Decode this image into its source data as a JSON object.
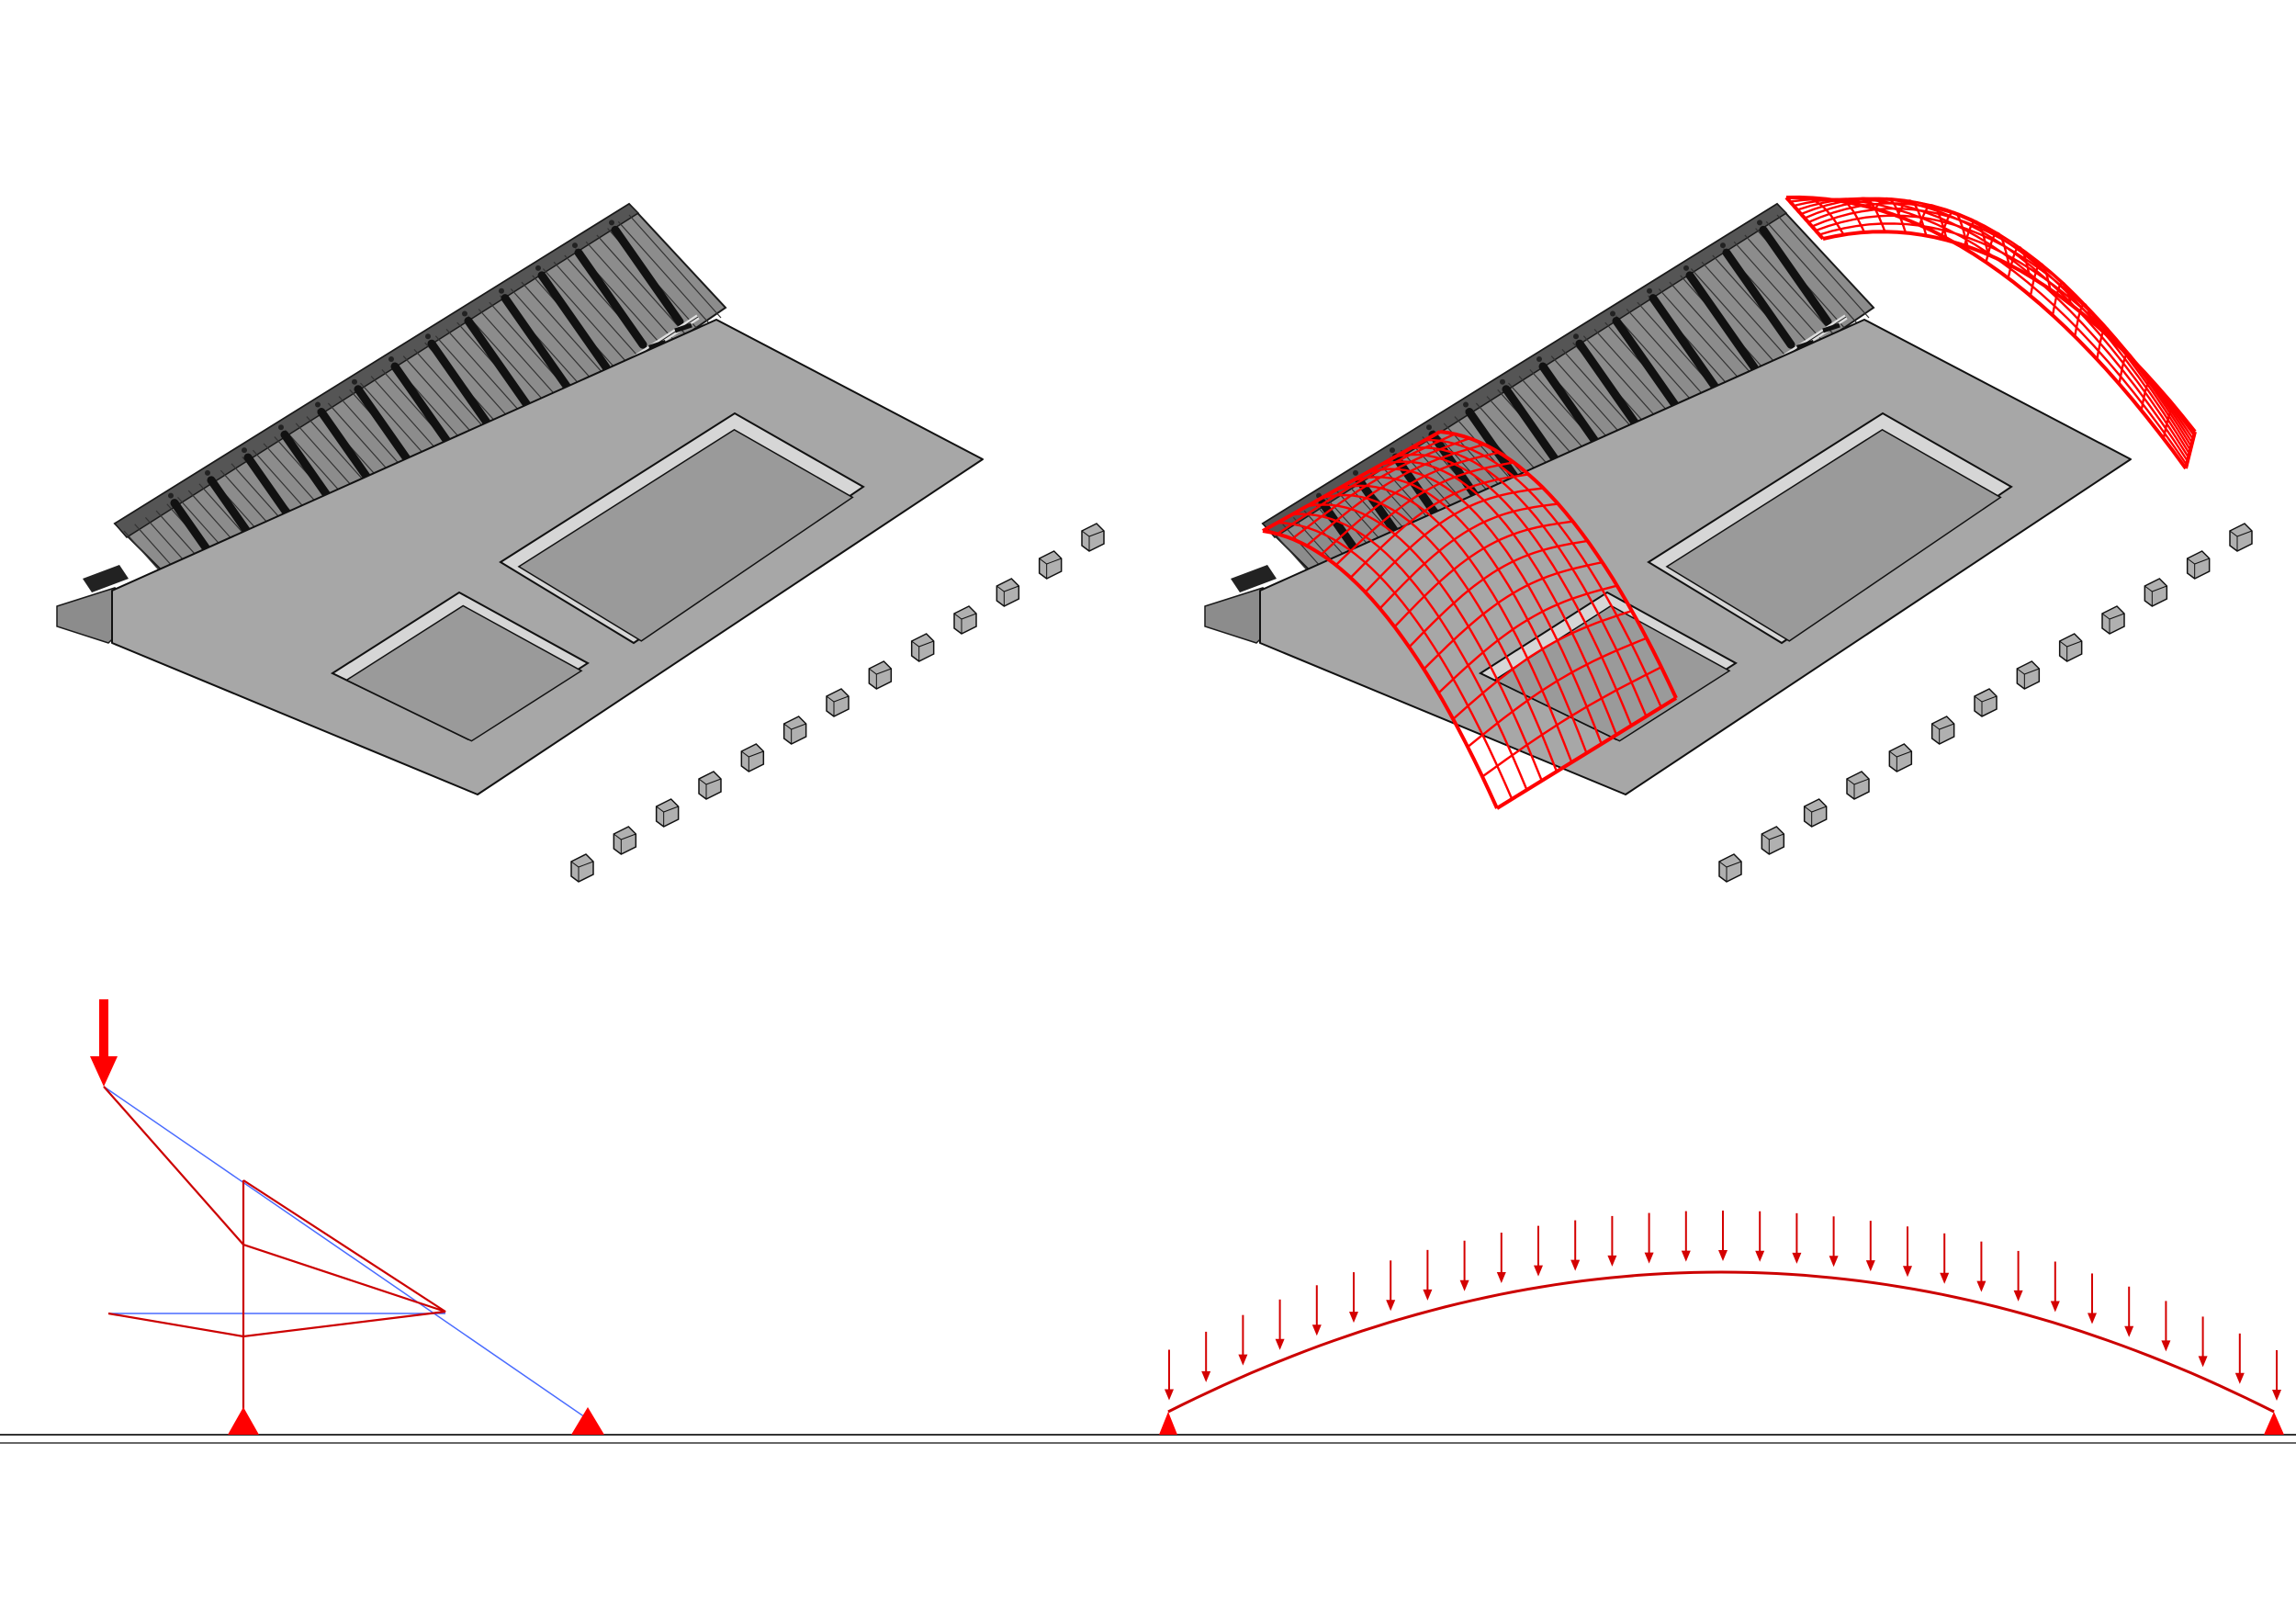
{
  "diagram": {
    "colors": {
      "background": "#ffffff",
      "platform": "#a7a7a7",
      "platform_edge": "#111111",
      "pit_floor": "#9a9a9a",
      "pit_wall": "#d6d6d6",
      "stand": "#8c8c8c",
      "stand_dark": "#1a1a1a",
      "block": "#b0b0b0",
      "shell_red": "#ff0000",
      "load_red": "#d40000",
      "structure_red": "#cc0000",
      "thrust_blue": "#4a6cff",
      "ground": "#333333"
    },
    "views": [
      {
        "name": "stadium-isometric-plain",
        "shell": false
      },
      {
        "name": "stadium-isometric-with-shells",
        "shell": true
      }
    ],
    "cantilever_scheme": {
      "point_load": "single-downward-load",
      "supports": 2,
      "members": [
        "raked-strut",
        "vertical-column",
        "tie",
        "thrust-line"
      ]
    },
    "arch_scheme": {
      "distributed_load_arrows": 31,
      "supports": 2,
      "member": "parabolic-arch"
    }
  }
}
